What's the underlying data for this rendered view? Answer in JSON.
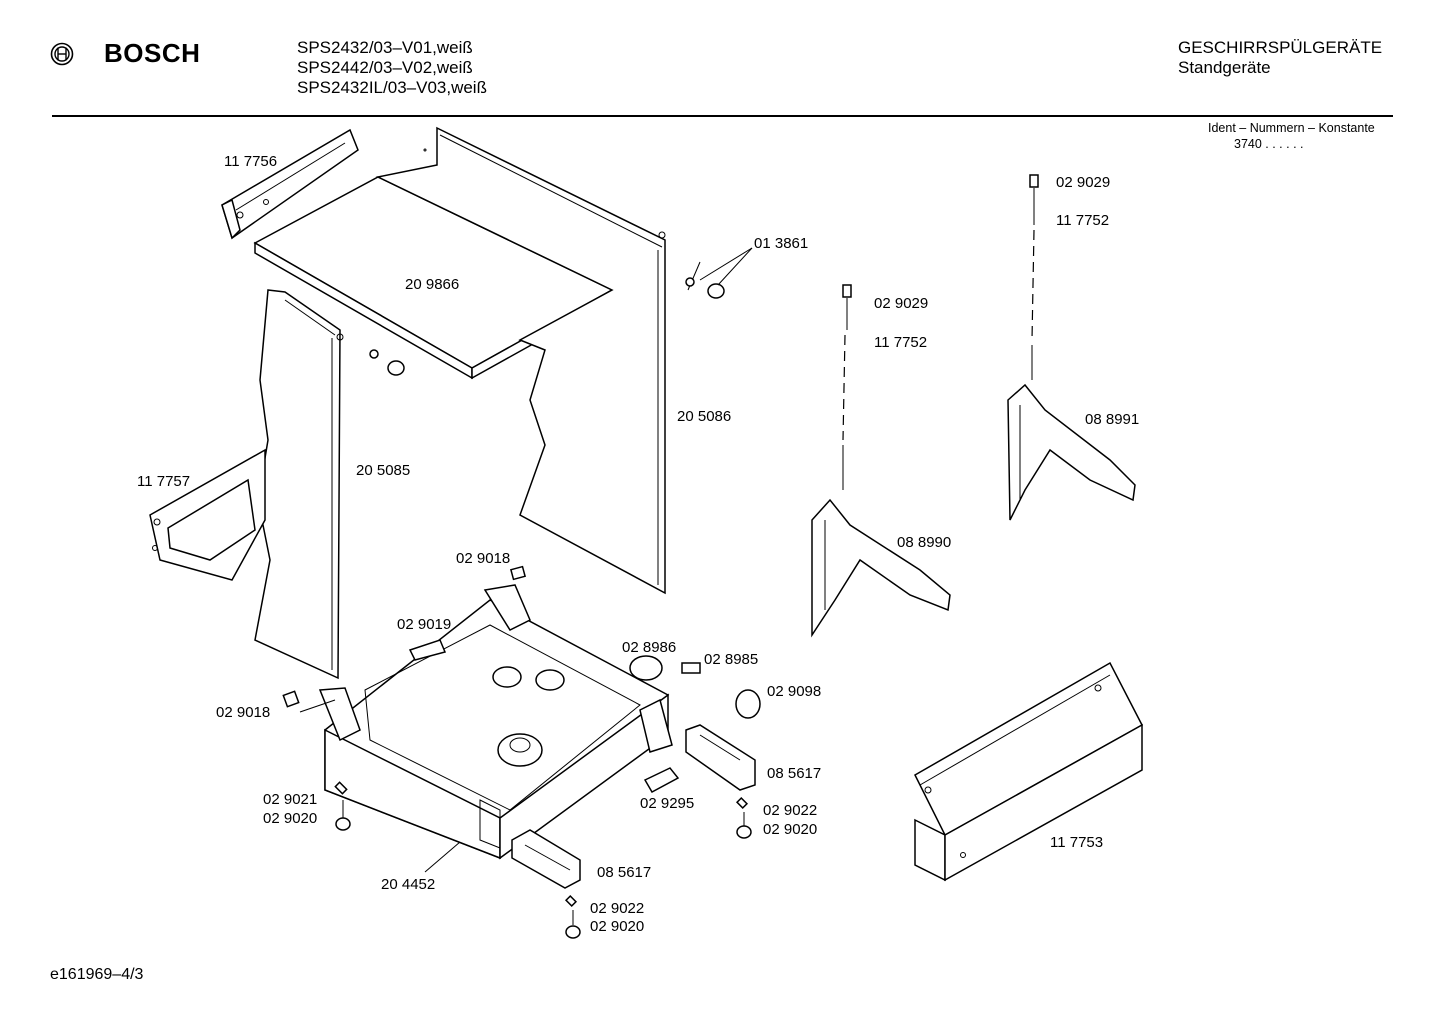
{
  "header": {
    "brand": "BOSCH",
    "models": [
      "SPS2432/03–V01,weiß",
      "SPS2442/03–V02,weiß",
      "SPS2432IL/03–V03,weiß"
    ],
    "category": "GESCHIRRSPÜLGERÄTE",
    "subcategory": "Standgeräte",
    "ident_label": "Ident – Nummern – Konstante",
    "ident_value": "3740 . .  . . . ."
  },
  "footer": {
    "doc_code": "e161969–4/3"
  },
  "icons": {
    "logo": "bosch-armature-icon"
  },
  "parts": [
    {
      "id": "l1",
      "label": "11 7756"
    },
    {
      "id": "l2",
      "label": "20 9866"
    },
    {
      "id": "l3",
      "label": "01 3861"
    },
    {
      "id": "l4",
      "label": "20 5086"
    },
    {
      "id": "l5",
      "label": "20 5085"
    },
    {
      "id": "l6",
      "label": "11 7757"
    },
    {
      "id": "l7",
      "label": "02 9029"
    },
    {
      "id": "l8",
      "label": "11 7752"
    },
    {
      "id": "l9",
      "label": "02 9029"
    },
    {
      "id": "l10",
      "label": "11 7752"
    },
    {
      "id": "l11",
      "label": "08 8991"
    },
    {
      "id": "l12",
      "label": "08 8990"
    },
    {
      "id": "l13",
      "label": "02 9018"
    },
    {
      "id": "l14",
      "label": "02 9019"
    },
    {
      "id": "l15",
      "label": "02 8986"
    },
    {
      "id": "l16",
      "label": "02 8985"
    },
    {
      "id": "l17",
      "label": "02 9098"
    },
    {
      "id": "l18",
      "label": "02 9018"
    },
    {
      "id": "l19",
      "label": "08 5617"
    },
    {
      "id": "l20",
      "label": "02 9295"
    },
    {
      "id": "l21",
      "label": "02 9021"
    },
    {
      "id": "l22",
      "label": "02 9020"
    },
    {
      "id": "l23",
      "label": "02 9022"
    },
    {
      "id": "l24",
      "label": "02 9020"
    },
    {
      "id": "l25",
      "label": "11 7753"
    },
    {
      "id": "l26",
      "label": "20 4452"
    },
    {
      "id": "l27",
      "label": "08 5617"
    },
    {
      "id": "l28",
      "label": "02 9022"
    },
    {
      "id": "l29",
      "label": "02 9020"
    }
  ]
}
